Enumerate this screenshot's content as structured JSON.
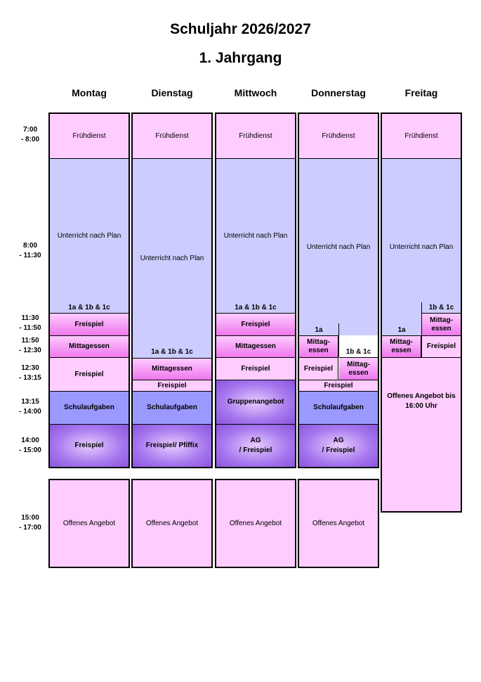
{
  "header": {
    "title": "Schuljahr 2026/2027",
    "subtitle": "1. Jahrgang"
  },
  "days": [
    "Montag",
    "Dienstag",
    "Mittwoch",
    "Donnerstag",
    "Freitag"
  ],
  "times": [
    {
      "from": "7:00",
      "to": "- 8:00"
    },
    {
      "from": "8:00",
      "to": "- 11:30"
    },
    {
      "from": "11:30",
      "to": "- 11:50"
    },
    {
      "from": "11:50",
      "to": "- 12:30"
    },
    {
      "from": "12:30",
      "to": "- 13:15"
    },
    {
      "from": "13:15",
      "to": "- 14:00"
    },
    {
      "from": "14:00",
      "to": "- 15:00"
    },
    {
      "from": "15:00",
      "to": "- 17:00"
    }
  ],
  "labels": {
    "fruehdienst": "Frühdienst",
    "unterricht": "Unterricht nach Plan",
    "groups_all": "1a & 1b & 1c",
    "freispiel": "Freispiel",
    "mittagessen": "Mittagessen",
    "mittag_essen_split": "Mittag-\nessen",
    "schulaufgaben": "Schulaufgaben",
    "freispiel_pfiffix": "Freispiel/ Pfiffix",
    "gruppenangebot": "Gruppenangebot",
    "ag_freispiel": "AG\n/ Freispiel",
    "offenes_angebot": "Offenes Angebot",
    "offenes_angebot_bis": "Offenes Angebot bis\n16:00 Uhr",
    "group_1a": "1a",
    "groups_1b1c": "1b & 1c"
  }
}
